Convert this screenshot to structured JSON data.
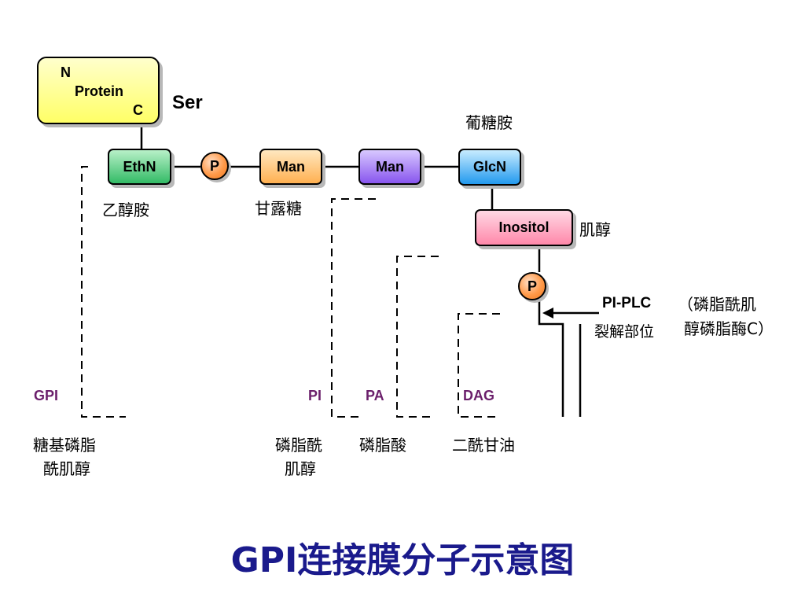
{
  "protein": {
    "n": "N",
    "label": "Protein",
    "c": "C"
  },
  "ser": "Ser",
  "nodes": {
    "ethn": "EthN",
    "p1": "P",
    "man1": "Man",
    "man2": "Man",
    "glcn": "GlcN",
    "inositol": "Inositol",
    "p2": "P"
  },
  "cn_labels": {
    "ethn": "乙醇胺",
    "man": "甘露糖",
    "glcn": "葡糖胺",
    "inositol": "肌醇"
  },
  "cleavage": {
    "enzyme": "PI-PLC",
    "site": "裂解部位",
    "note_line1": "（磷脂酰肌",
    "note_line2": "醇磷脂酶C）"
  },
  "segments": {
    "gpi": {
      "tag": "GPI",
      "name_line1": "糖基磷脂",
      "name_line2": "酰肌醇"
    },
    "pi": {
      "tag": "PI",
      "name_line1": "磷脂酰",
      "name_line2": "肌醇"
    },
    "pa": {
      "tag": "PA",
      "name": "磷脂酸"
    },
    "dag": {
      "tag": "DAG",
      "name": "二酰甘油"
    }
  },
  "title": "GPI连接膜分子示意图",
  "colors": {
    "title": "#1a1a8c",
    "tag": "#6b1f6b",
    "protein": "#ffff99",
    "ethn": "#44cc77",
    "man1": "#ffc070",
    "man2": "#9966ff",
    "glcn": "#33aaff",
    "inositol": "#ff99bb",
    "phosphate": "#ff9a4a"
  }
}
